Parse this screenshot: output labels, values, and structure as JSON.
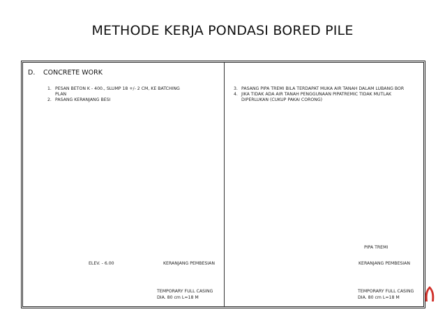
{
  "title": "METHODE KERJA PONDASI BORED PILE",
  "section": {
    "letter": "D.",
    "heading": "CONCRETE WORK"
  },
  "left_steps": [
    {
      "num": "1.",
      "text": "PESAN BETON K - 400., SLUMP 18 +/- 2 CM, KE BATCHING PLAN"
    },
    {
      "num": "2.",
      "text": "PASANG KERANJANG BESI"
    }
  ],
  "right_steps": [
    {
      "num": "3.",
      "text": "PASANG PIPA TREMI BILA TERDAPAT MUKA AIR TANAH DALAM LUBANG BOR"
    },
    {
      "num": "4.",
      "text": "JIKA TIDAK ADA AIR TANAH PENGGUNAAN PIPATREMIC TIDAK MUTLAK DIPERLUKAN (CUKUP PAKAI CORONG)"
    }
  ],
  "left_labels": {
    "elev": "ELEV. - 6.00",
    "rebar": "KERANJANG PEMBESIAN",
    "casing_line1": "TEMPORARY FULL  CASING",
    "casing_line2": "DIA. 80 cm  L=18 M"
  },
  "right_labels": {
    "tremie": "PIPA TREMI",
    "rebar": "KERANJANG PEMBESIAN",
    "casing_line1": "TEMPORARY FULL  CASING",
    "casing_line2": "DIA. 80 cm  L=18 M"
  },
  "colors": {
    "soil": "#c08a55",
    "boom_lattice": "#9b2b63",
    "crane_body": "#f2c200",
    "track": "#555555",
    "tremie_pipe": "#2b3fb5",
    "logo": "#d0302a"
  },
  "icons": {
    "logo": "logo-icon"
  }
}
